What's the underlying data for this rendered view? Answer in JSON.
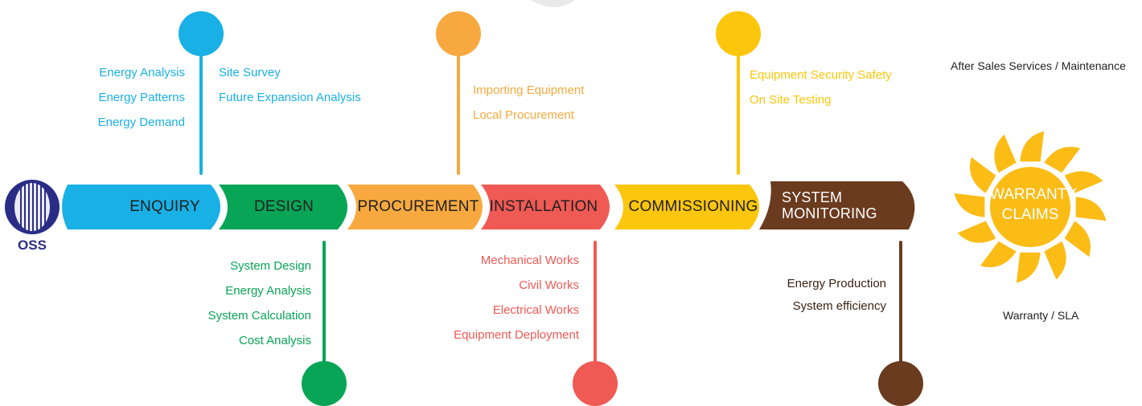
{
  "brand": {
    "logo_text": "OSS"
  },
  "stages": [
    {
      "id": "enquiry",
      "label": "ENQUIRY",
      "color": "#19b0e6"
    },
    {
      "id": "design",
      "label": "DESIGN",
      "color": "#08a556"
    },
    {
      "id": "procurement",
      "label": "PROCUREMENT",
      "color": "#f7a940"
    },
    {
      "id": "installation",
      "label": "INSTALLATION",
      "color": "#ef5a54"
    },
    {
      "id": "commissioning",
      "label": "COMMISSIONING",
      "color": "#fcc60c"
    },
    {
      "id": "monitoring",
      "label_line1": "SYSTEM",
      "label_line2": "MONITORING",
      "color": "#6a3b1e"
    }
  ],
  "tasks": {
    "enquiry_col1": [
      "Energy Analysis",
      "Energy Patterns",
      "Energy Demand"
    ],
    "enquiry_col2": [
      "Site Survey",
      "Future Expansion Analysis"
    ],
    "design": [
      "System Design",
      "Energy Analysis",
      "System Calculation",
      "Cost Analysis"
    ],
    "procurement": [
      "Importing Equipment",
      "Local Procurement"
    ],
    "installation": [
      "Mechanical Works",
      "Civil Works",
      "Electrical Works",
      "Equipment Deployment"
    ],
    "commissioning": [
      "Equipment Security Safety",
      "On Site Testing"
    ],
    "monitoring": [
      "Energy Production",
      "System efficiency"
    ]
  },
  "warranty": {
    "title_line1": "WARRANTY",
    "title_line2": "CLAIMS",
    "top_text": "After Sales Services / Maintenance",
    "bottom_text": "Warranty / SLA",
    "color": "#fbbc16"
  }
}
